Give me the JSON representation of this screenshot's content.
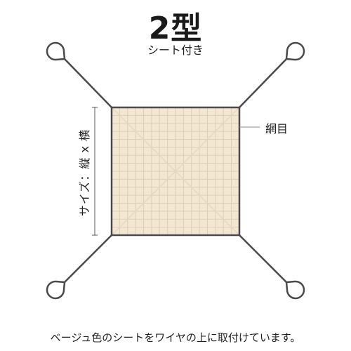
{
  "header": {
    "title": "2型",
    "subtitle": "シート付き"
  },
  "diagram": {
    "size_label": "サイズ：縦 x 横",
    "mesh_label": "網目",
    "sheet_color": "#f3e7d2",
    "grid_color": "#dccfb8",
    "wire_color": "#4a4a4a",
    "icons": [
      "wire-loop-icon"
    ]
  },
  "caption": "ベージュ色のシートをワイヤの上に取付けています。"
}
